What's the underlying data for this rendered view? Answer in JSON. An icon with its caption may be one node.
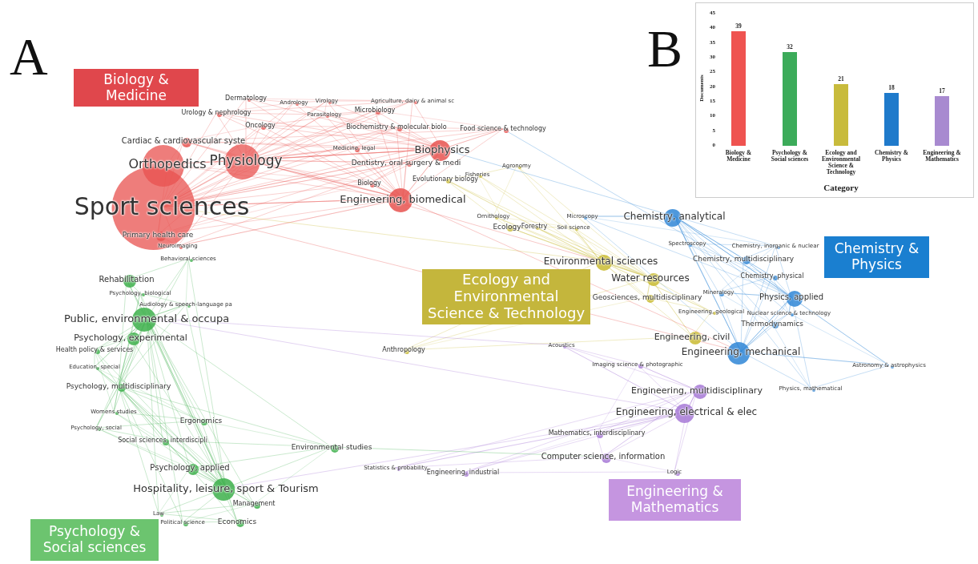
{
  "diagram": {
    "nodes": [
      {
        "text": [
          "Biology & Medicine"
        ]
      },
      {
        "text": [
          "Ecology and Environmental Science & Technology"
        ]
      },
      {
        "text": [
          "Chemistry & Physics"
        ]
      },
      {
        "text": [
          "Engineering & Mathematics"
        ]
      },
      {
        "text": [
          "Psychology & Social sciences"
        ]
      }
    ],
    "edges": [],
    "labels": [
      "A",
      "B",
      "Dermatology",
      "Andrology",
      "Virology",
      "Agriculture, dairy & animal sc",
      "Urology & nephrology",
      "Parasitology",
      "Microbiology",
      "Oncology",
      "Biochemistry & molecular biolo",
      "Food science & technology",
      "Cardiac & cardiovascular syste",
      "Medicine, legal",
      "Biophysics",
      "Orthopedics",
      "Physiology",
      "Dentistry, oral surgery & medi",
      "Agronomy",
      "Fisheries",
      "Evolutionary biology",
      "Biology",
      "Engineering, biomedical",
      "Sport sciences",
      "Primary health care",
      "Neuroimaging",
      "Behavioral sciences",
      "Ornithology",
      "Microscopy",
      "Chemistry, analytical",
      "Ecology",
      "Forestry",
      "Soil science",
      "Spectroscopy",
      "Chemistry, inorganic & nuclear",
      "Chemistry, multidisciplinary",
      "Environmental sciences",
      "Chemistry, physical",
      "Water resources",
      "Rehabilitation",
      "Mineralogy",
      "Psychology, biological",
      "Geosciences, multidisciplinary",
      "Physics, applied",
      "Audiology & speech-language pa",
      "Engineering, geological",
      "Nuclear science & technology",
      "Public, environmental & occupa",
      "Thermodynamics",
      "Engineering, civil",
      "Psychology, experimental",
      "Acoustics",
      "Anthropology",
      "Health policy & services",
      "Engineering, mechanical",
      "Imaging science & photographic",
      "Astronomy & astrophysics",
      "Education, special",
      "Psychology, multidisciplinary",
      "Engineering, multidisciplinary",
      "Physics, mathematical",
      "Womens studies",
      "Engineering, electrical & elec",
      "Ergonomics",
      "Psychology, social",
      "Mathematics, interdisciplinary",
      "Social sciences, interdiscipli",
      "Environmental studies",
      "Computer science, information",
      "Psychology, applied",
      "Statistics & probability",
      "Engineering, industrial",
      "Logic",
      "Hospitality, leisure, sport & Tourism",
      "Management",
      "Law",
      "Economics",
      "Political science"
    ],
    "chart_data": {
      "type": "bar",
      "xlabel": "Category",
      "ylabel": "Documents",
      "categories": [
        "Biology & Medicine",
        "Psychology & Social sciences",
        "Ecology and Environmental Science & Technology",
        "Chemistry & Physics",
        "Engineering & Mathematics"
      ],
      "values": [
        39,
        32,
        21,
        18,
        17
      ],
      "yticks": [
        0,
        5,
        10,
        15,
        20,
        25,
        30,
        35,
        40,
        45
      ],
      "ylim": [
        0,
        45
      ],
      "data_labels": true
    }
  }
}
